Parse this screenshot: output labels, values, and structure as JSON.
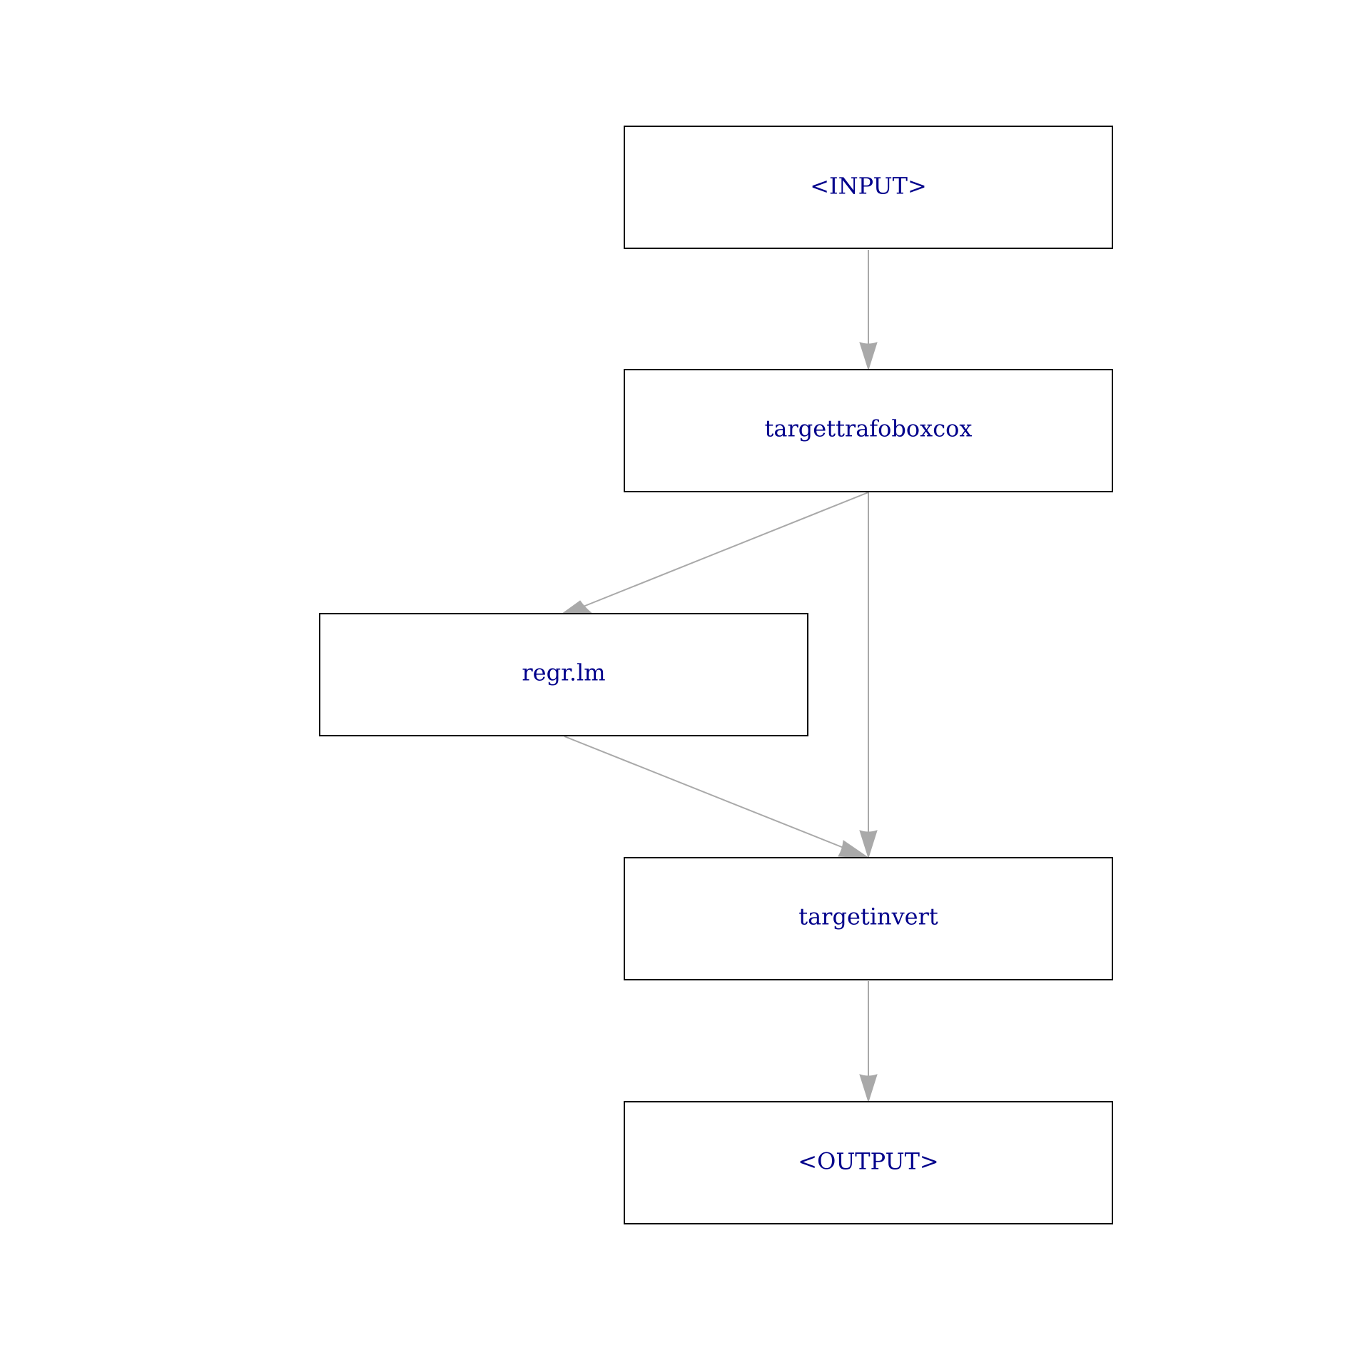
{
  "colors": {
    "background": "#ffffff",
    "node_border": "#000000",
    "label_text": "#00008b",
    "edge": "#a9a9a9"
  },
  "nodes": {
    "input": {
      "label": "<INPUT>"
    },
    "targettrafoboxcox": {
      "label": "targettrafoboxcox"
    },
    "regr_lm": {
      "label": "regr.lm"
    },
    "targetinvert": {
      "label": "targetinvert"
    },
    "output": {
      "label": "<OUTPUT>"
    }
  },
  "edges": [
    {
      "from": "<INPUT>",
      "to": "targettrafoboxcox"
    },
    {
      "from": "targettrafoboxcox",
      "to": "regr.lm"
    },
    {
      "from": "targettrafoboxcox",
      "to": "targetinvert"
    },
    {
      "from": "regr.lm",
      "to": "targetinvert"
    },
    {
      "from": "targetinvert",
      "to": "<OUTPUT>"
    }
  ]
}
